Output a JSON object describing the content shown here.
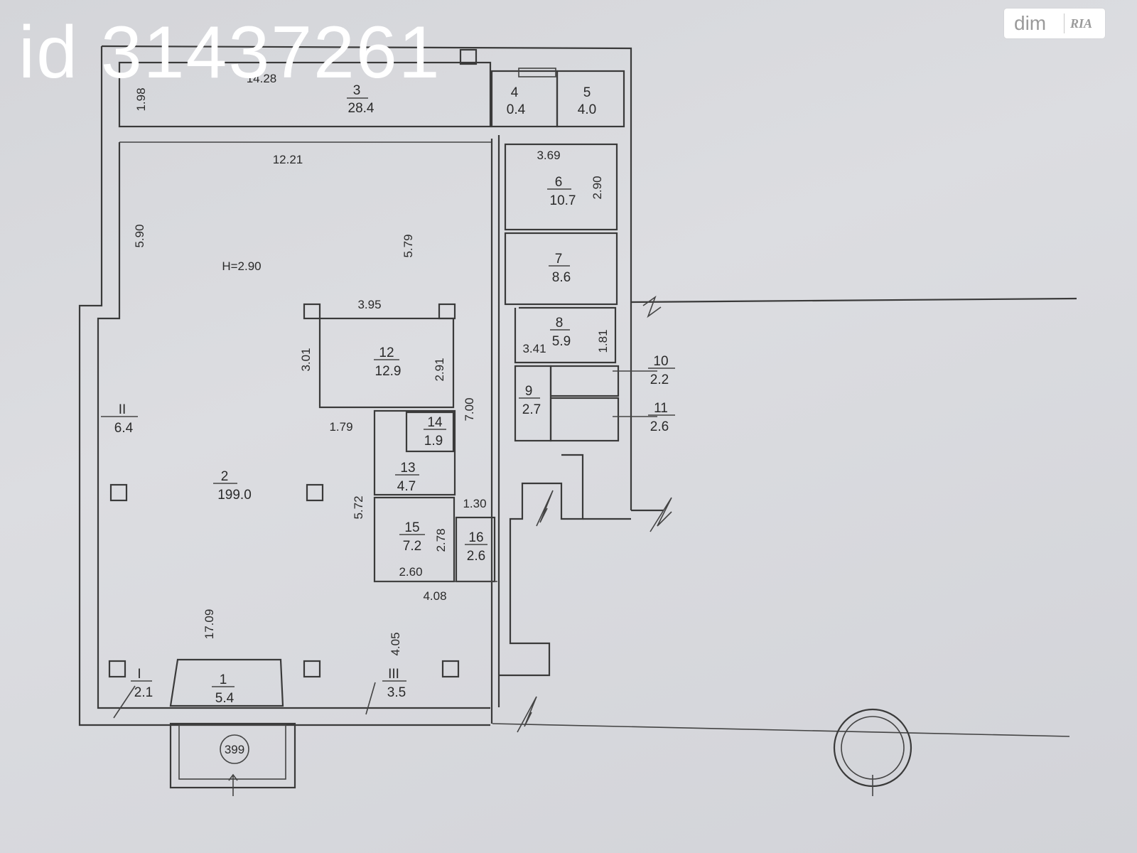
{
  "watermark": {
    "id_text": "id 31437261"
  },
  "logo": {
    "left": "dim",
    "right": "RIA"
  },
  "ceiling_height": "H=2.90",
  "rooms": [
    {
      "num": "1",
      "area": "5.4"
    },
    {
      "num": "2",
      "area": "199.0"
    },
    {
      "num": "3",
      "area": "28.4"
    },
    {
      "num": "4",
      "area": "0.4"
    },
    {
      "num": "5",
      "area": "4.0"
    },
    {
      "num": "6",
      "area": "10.7"
    },
    {
      "num": "7",
      "area": "8.6"
    },
    {
      "num": "8",
      "area": "5.9"
    },
    {
      "num": "9",
      "area": "2.7"
    },
    {
      "num": "10",
      "area": "2.2"
    },
    {
      "num": "11",
      "area": "2.6"
    },
    {
      "num": "12",
      "area": "12.9"
    },
    {
      "num": "13",
      "area": "4.7"
    },
    {
      "num": "14",
      "area": "1.9"
    },
    {
      "num": "15",
      "area": "7.2"
    },
    {
      "num": "16",
      "area": "2.6"
    },
    {
      "num": "I",
      "area": "2.1"
    },
    {
      "num": "II",
      "area": "6.4"
    },
    {
      "num": "III",
      "area": "3.5"
    }
  ],
  "dimensions": [
    "14.28",
    "1.98",
    "12.21",
    "5.90",
    "5.79",
    "3.69",
    "2.90",
    "3.95",
    "3.01",
    "2.91",
    "3.41",
    "1.81",
    "7.00",
    "1.79",
    "5.72",
    "1.30",
    "2.78",
    "2.60",
    "4.08",
    "17.09",
    "4.05"
  ],
  "marker": "399"
}
